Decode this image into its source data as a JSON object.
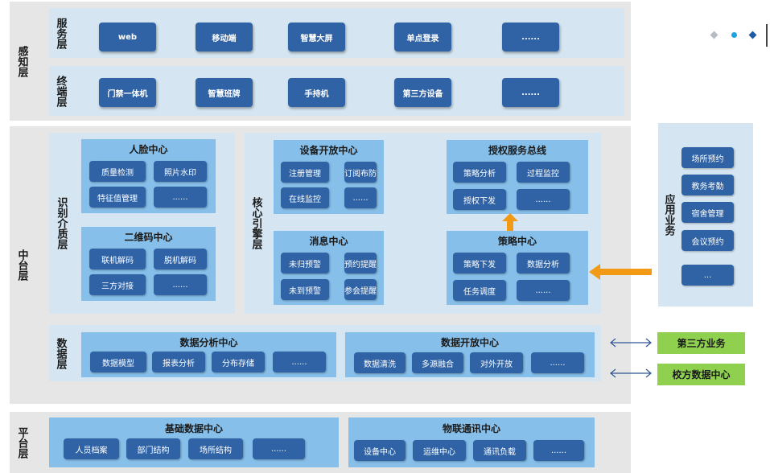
{
  "perception": {
    "label": "感知层",
    "service": {
      "label": "服务层",
      "items": [
        "web",
        "移动端",
        "智慧大屏",
        "单点登录",
        "......"
      ]
    },
    "terminal": {
      "label": "终端层",
      "items": [
        "门禁一体机",
        "智慧班牌",
        "手持机",
        "第三方设备",
        "......"
      ]
    }
  },
  "middle": {
    "label": "中台层",
    "recognition": {
      "label": "识别介质层",
      "face": {
        "title": "人脸中心",
        "items": [
          "质量检测",
          "照片水印",
          "特征值管理",
          "......"
        ]
      },
      "qr": {
        "title": "二维码中心",
        "items": [
          "联机解码",
          "脱机解码",
          "三方对接",
          "......"
        ]
      }
    },
    "engine": {
      "label": "核心引擎层",
      "device": {
        "title": "设备开放中心",
        "items": [
          "注册管理",
          "订阅布防",
          "在线监控",
          "......"
        ]
      },
      "auth": {
        "title": "授权服务总线",
        "items": [
          "策略分析",
          "过程监控",
          "授权下发",
          "......"
        ]
      },
      "message": {
        "title": "消息中心",
        "items": [
          "未归预警",
          "预约提醒",
          "未到预警",
          "参会提醒"
        ]
      },
      "strategy": {
        "title": "策略中心",
        "items": [
          "策略下发",
          "数据分析",
          "任务调度",
          "......"
        ]
      }
    },
    "data": {
      "label": "数据层",
      "analysis": {
        "title": "数据分析中心",
        "items": [
          "数据模型",
          "报表分析",
          "分布存储",
          "......"
        ]
      },
      "open": {
        "title": "数据开放中心",
        "items": [
          "数据清洗",
          "多源融合",
          "对外开放",
          "......"
        ]
      }
    }
  },
  "app": {
    "label": "应用业务",
    "items": [
      "场所预约",
      "教务考勤",
      "宿舍管理",
      "会议预约",
      "..."
    ]
  },
  "external": [
    "第三方业务",
    "校方数据中心"
  ],
  "platform": {
    "label": "平台层",
    "basic": {
      "title": "基础数据中心",
      "items": [
        "人员档案",
        "部门结构",
        "场所结构",
        "......"
      ]
    },
    "iot": {
      "title": "物联通讯中心",
      "items": [
        "设备中心",
        "运维中心",
        "通讯负载",
        "......"
      ]
    }
  },
  "colors": {
    "band": "#e6e6e6",
    "row": "#d5e6f2",
    "section": "#86bfe9",
    "box": "#2f63a6",
    "accent": "#f29a16",
    "green": "#8fd14f",
    "dots": [
      "#b7bcc4",
      "#1aa3e0",
      "#1f5aa6"
    ]
  }
}
